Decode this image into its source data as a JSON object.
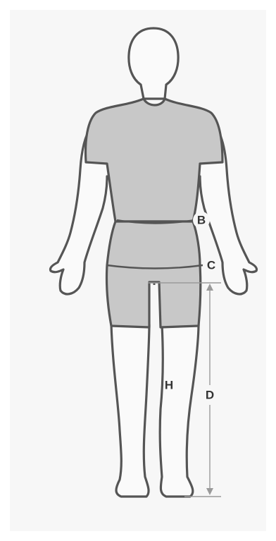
{
  "diagram": {
    "labels": {
      "B": "B",
      "C": "C",
      "D": "D",
      "H": "H"
    },
    "colors": {
      "outline": "#555555",
      "garment_fill": "#c8c8c8",
      "body_fill": "#fafafa",
      "panel": "#f7f7f7",
      "measure_line": "#9a9a9a"
    }
  }
}
